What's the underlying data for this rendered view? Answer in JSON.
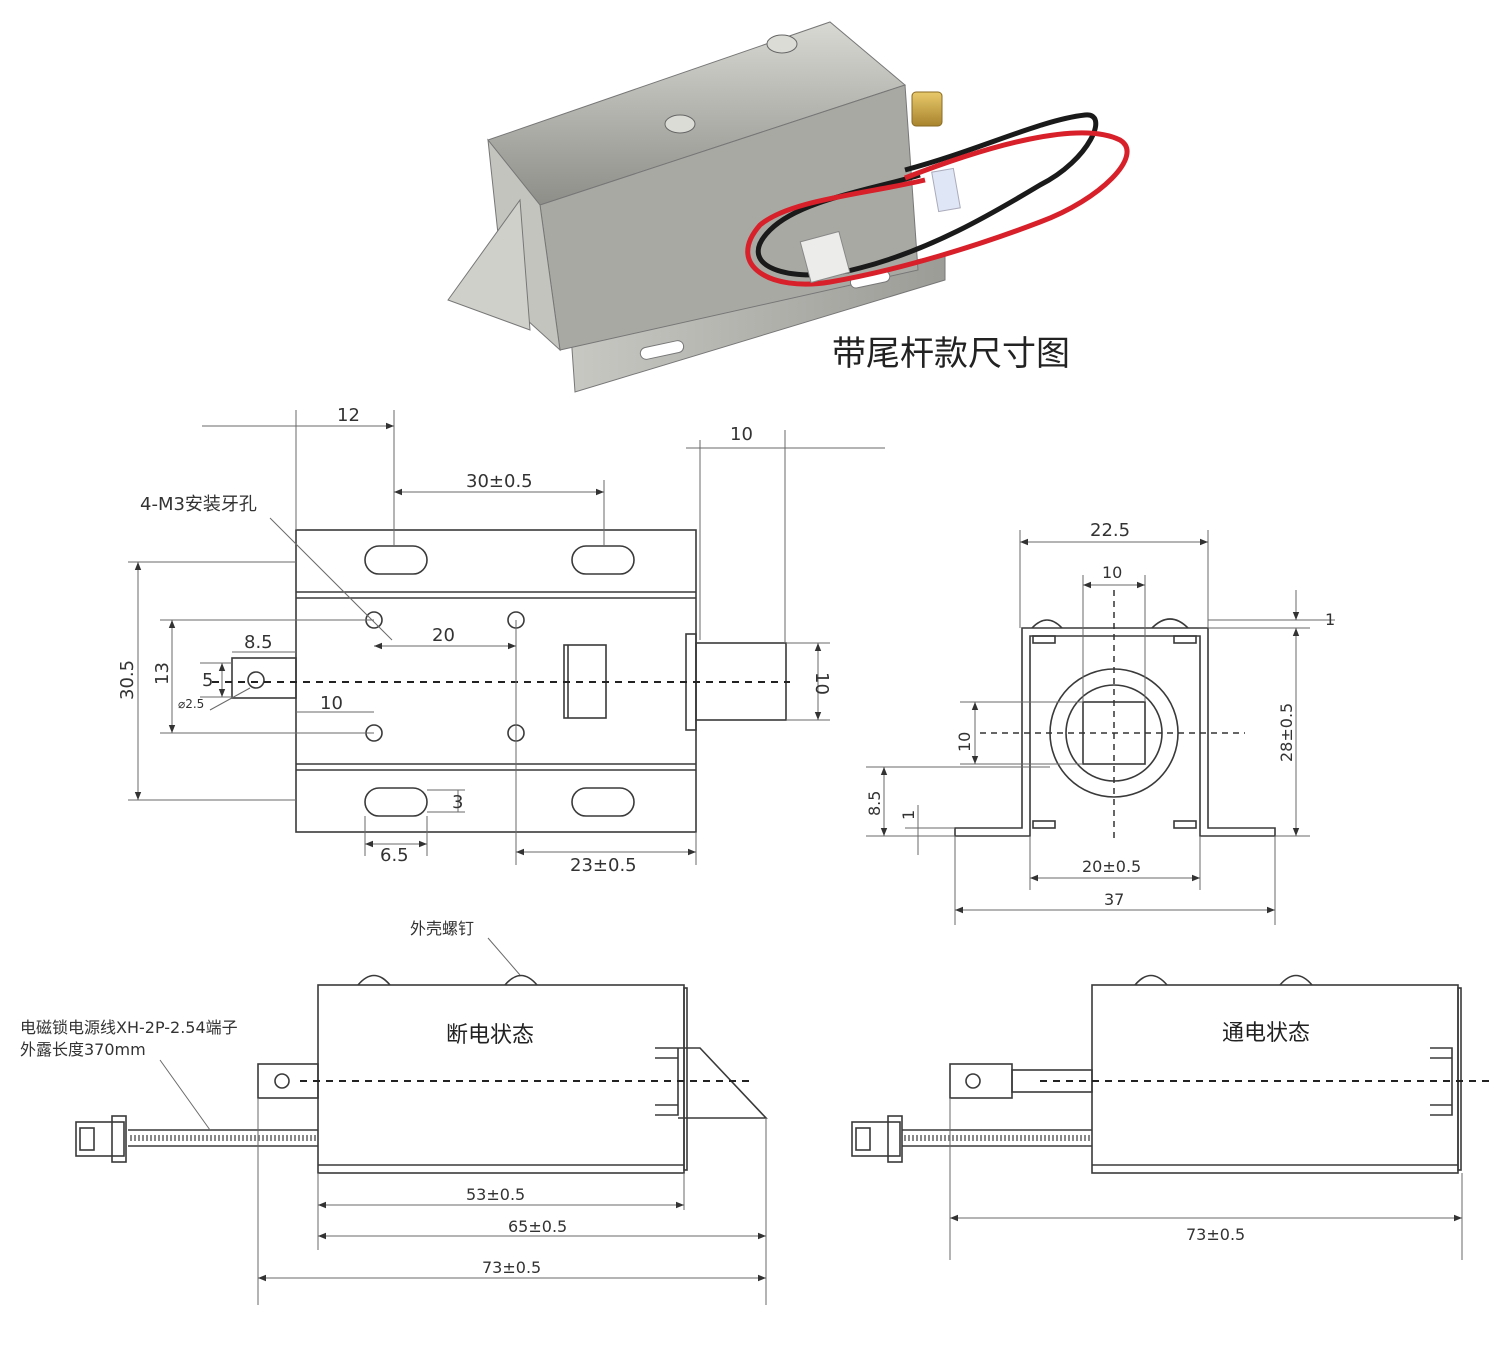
{
  "photo": {
    "title": "带尾杆款尺寸图",
    "colors": {
      "body": "#b9b9b4",
      "wire_red": "#d8202a",
      "wire_black": "#1a1a1a",
      "plunger": "#c9a64a"
    }
  },
  "top_view": {
    "dims": {
      "d12": "12",
      "d10_plunger": "10",
      "d30": "30±0.5",
      "d20": "20",
      "d8_5": "8.5",
      "d5": "5",
      "d13": "13",
      "d30_5": "30.5",
      "d2_5": "⌀2.5",
      "d10_tail": "10",
      "d10_right": "10",
      "d3": "3",
      "d6_5": "6.5",
      "d23": "23±0.5"
    },
    "note_holes": "4-M3安装牙孔"
  },
  "end_view": {
    "dims": {
      "d22_5": "22.5",
      "d10_top": "10",
      "d1_top": "1",
      "d28": "28±0.5",
      "d10_left": "10",
      "d8_5": "8.5",
      "d1_bottom": "1",
      "d20": "20±0.5",
      "d37": "37"
    }
  },
  "side_view_off": {
    "label": "断电状态",
    "note_screw": "外壳螺钉",
    "note_wire_line1": "电磁锁电源线XH-2P-2.54端子",
    "note_wire_line2": "外露长度370mm",
    "dims": {
      "d53": "53±0.5",
      "d65": "65±0.5",
      "d73": "73±0.5"
    }
  },
  "side_view_on": {
    "label": "通电状态",
    "dims": {
      "d73": "73±0.5"
    }
  }
}
